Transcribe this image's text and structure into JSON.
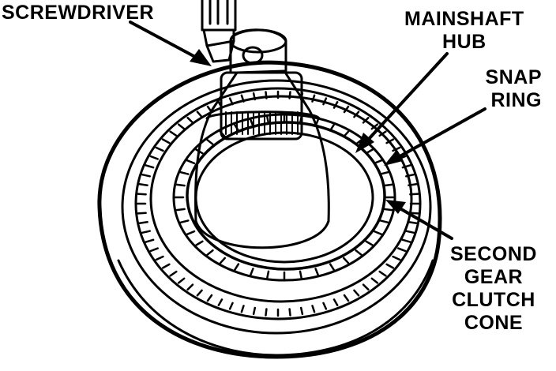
{
  "labels": {
    "screwdriver": "SCREWDRIVER",
    "mainshaft_hub": [
      "MAINSHAFT",
      "HUB"
    ],
    "snap_ring": [
      "SNAP",
      "RING"
    ],
    "second_gear_clutch_cone": [
      "SECOND",
      "GEAR",
      "CLUTCH",
      "CONE"
    ]
  },
  "colors": {
    "ink": "#000000",
    "paper": "#ffffff"
  }
}
